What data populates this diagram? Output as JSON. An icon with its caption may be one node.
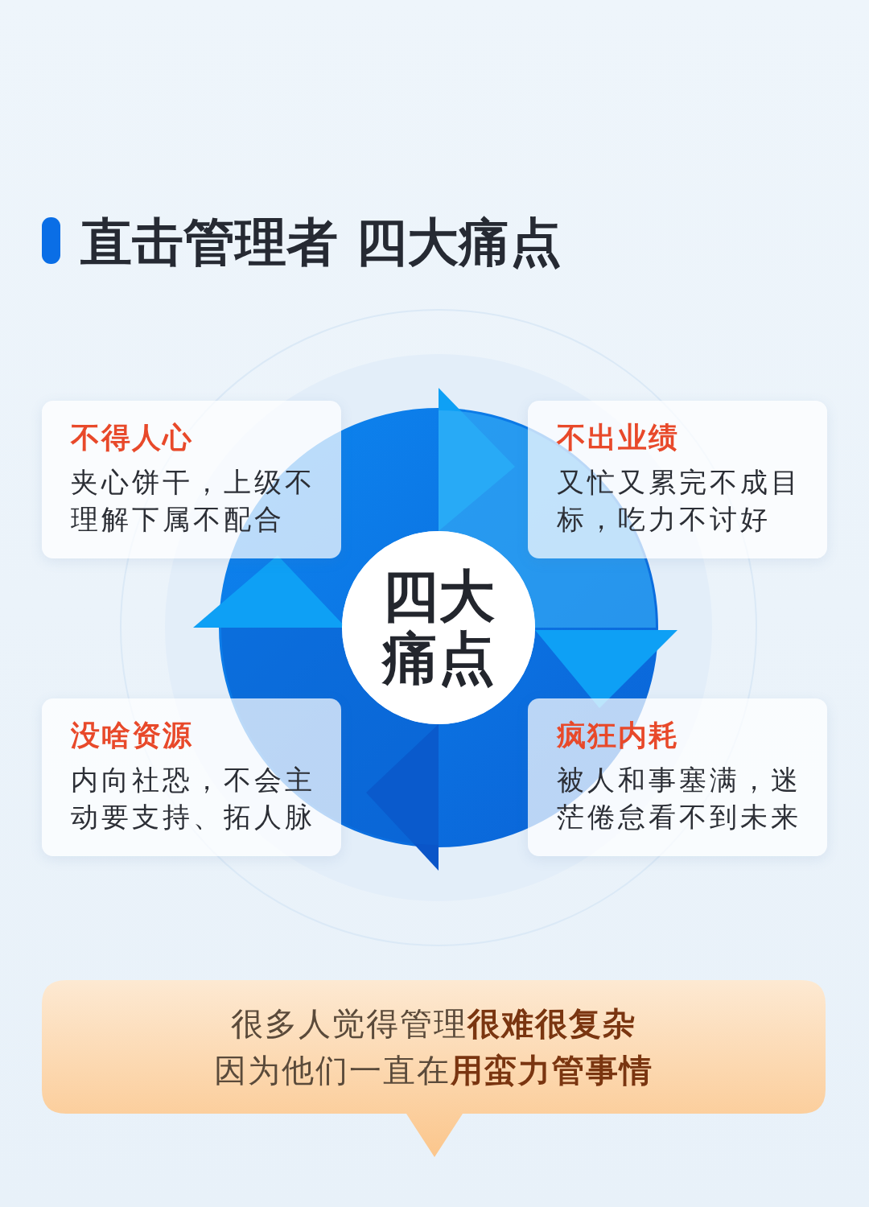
{
  "diagram": {
    "title": "直击管理者 四大痛点",
    "nodes": [
      {
        "text": [
          "四大痛点"
        ]
      },
      {
        "text": [
          "不得人心",
          "夹心饼干，上级不理解下属不配合"
        ]
      },
      {
        "text": [
          "不出业绩",
          "又忙又累完不成目标，吃力不讨好"
        ]
      },
      {
        "text": [
          "没啥资源",
          "内向社恐，不会主动要支持、拓人脉"
        ]
      },
      {
        "text": [
          "疯狂内耗",
          "被人和事塞满，迷茫倦怠看不到未来"
        ]
      },
      {
        "text": [
          "很多人觉得管理**很难很复杂**",
          "因为他们一直在**用蛮力管事情**"
        ]
      }
    ]
  }
}
